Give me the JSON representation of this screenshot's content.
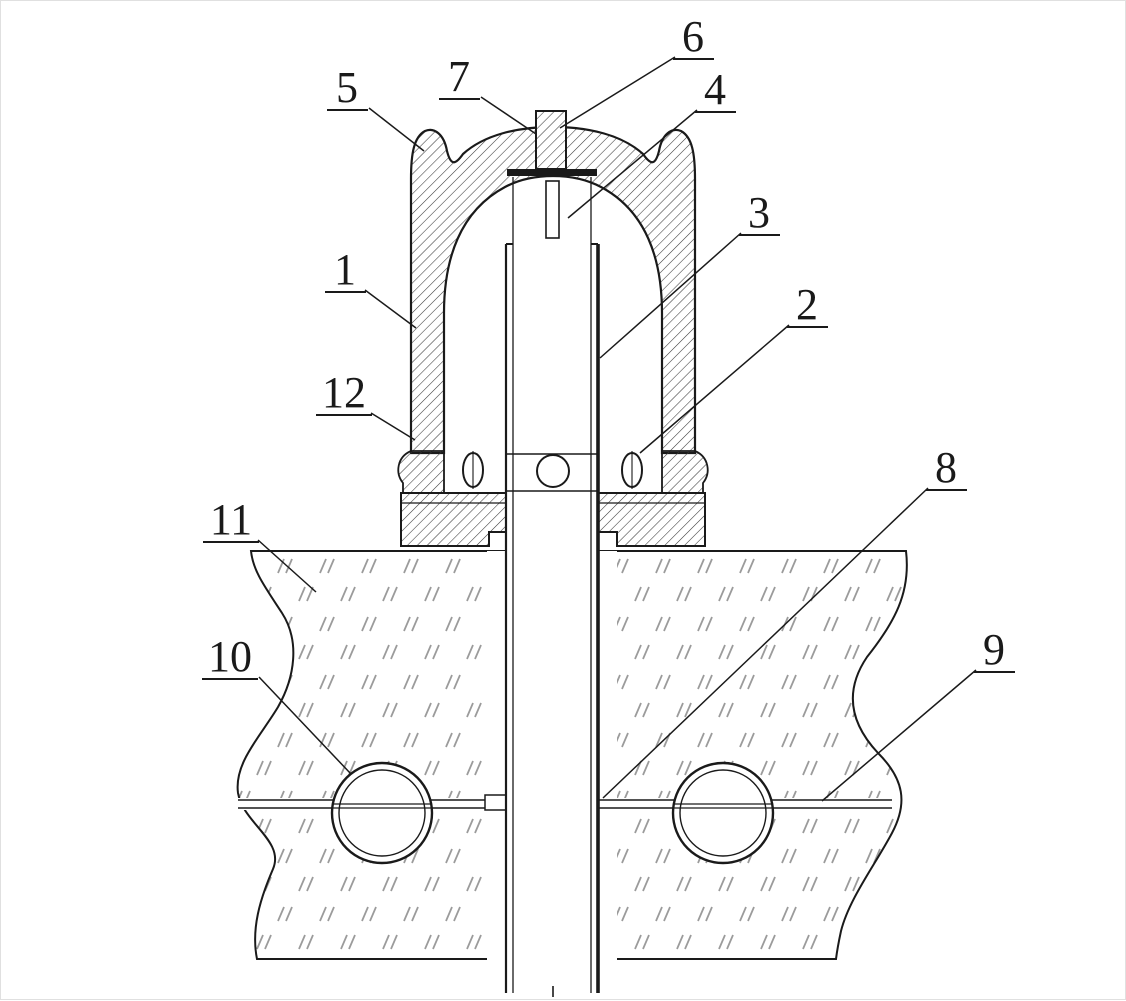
{
  "figure": {
    "callouts": [
      {
        "label": "1"
      },
      {
        "label": "2"
      },
      {
        "label": "3"
      },
      {
        "label": "4"
      },
      {
        "label": "5"
      },
      {
        "label": "6"
      },
      {
        "label": "7"
      },
      {
        "label": "8"
      },
      {
        "label": "9"
      },
      {
        "label": "10"
      },
      {
        "label": "11"
      },
      {
        "label": "12"
      }
    ],
    "colors": {
      "line": "#1a1a1a",
      "metal_hatch": "#3a3a3a",
      "ground_hatch": "#9b9b9b",
      "background": "#ffffff"
    }
  }
}
